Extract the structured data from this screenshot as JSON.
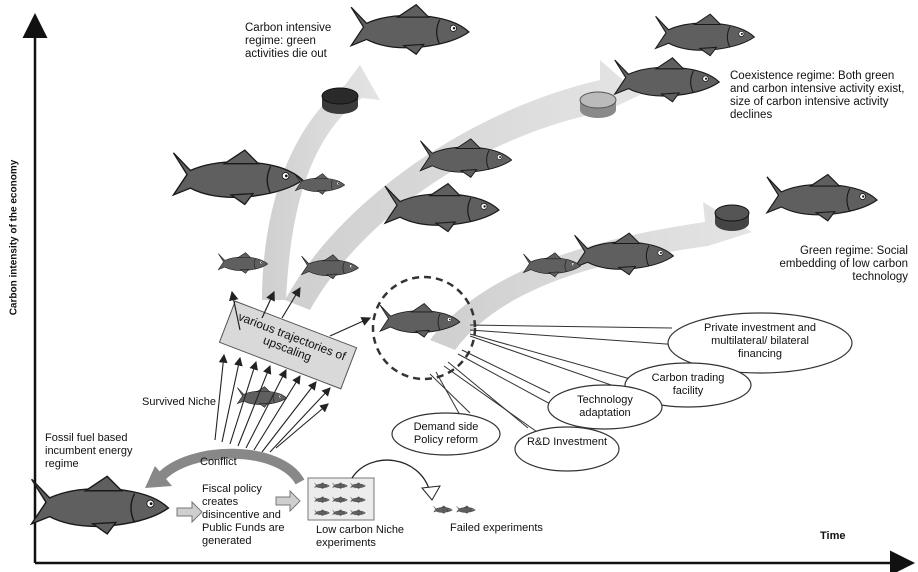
{
  "axes": {
    "y_label": "Carbon intensity of the economy",
    "x_label": "Time"
  },
  "regimes": {
    "carbon_intensive": "Carbon intensive regime: green activities die out",
    "coexistence": "Coexistence regime: Both green and carbon intensive activity exist, size of carbon intensive activity declines",
    "green": "Green regime: Social embedding of low carbon technology"
  },
  "upscaling_box": "various trajectories of upscaling",
  "survived_niche": "Survived Niche",
  "fossil_regime": "Fossil fuel based incumbent energy regime",
  "conflict": "Conflict",
  "fiscal_policy": "Fiscal policy creates disincentive and Public Funds are generated",
  "niche_experiments": "Low carbon Niche experiments",
  "failed_experiments": "Failed experiments",
  "support_factors": {
    "private_investment": "Private investment and multilateral/ bilateral financing",
    "carbon_trading": "Carbon trading facility",
    "technology_adaptation": "Technology adaptation",
    "demand_side": "Demand side Policy reform",
    "rd_investment": "R&D Investment"
  },
  "colors": {
    "fish_fill": "#5f5f5f",
    "fish_stroke": "#1a1a1a",
    "arrow_band": "#d4d4d4",
    "green_disc": "#555555",
    "coexist_disc": "#9a9a9a"
  },
  "icons": [
    "fish-icon",
    "disc-icon"
  ]
}
